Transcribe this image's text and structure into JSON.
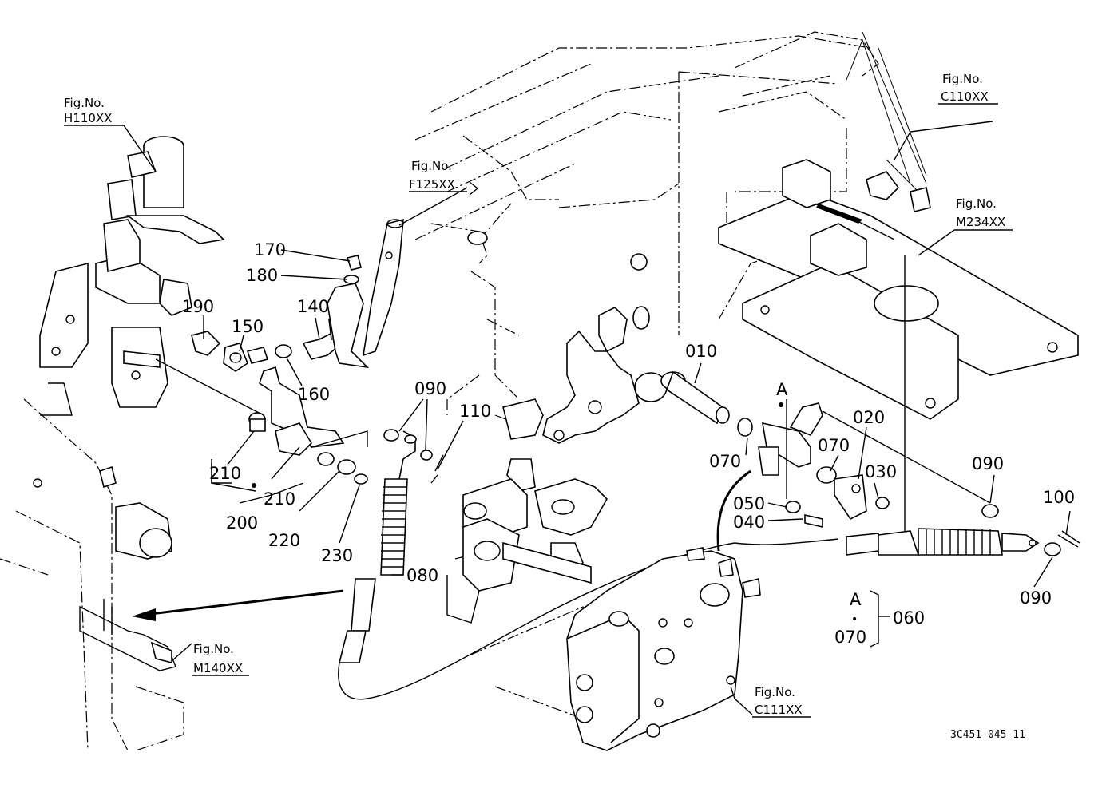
{
  "fig_refs": {
    "h110": {
      "label": "Fig.No.",
      "code": "H110XX"
    },
    "f125": {
      "label": "Fig.No.",
      "code": "F125XX"
    },
    "c110": {
      "label": "Fig.No.",
      "code": "C110XX"
    },
    "m234": {
      "label": "Fig.No.",
      "code": "M234XX"
    },
    "m140": {
      "label": "Fig.No.",
      "code": "M140XX"
    },
    "c111": {
      "label": "Fig.No.",
      "code": "C111XX"
    }
  },
  "parts": {
    "p170": "170",
    "p180": "180",
    "p190": "190",
    "p150": "150",
    "p140": "140",
    "p160": "160",
    "p210a": "210",
    "p210b": "210",
    "p200": "200",
    "p220": "220",
    "p230": "230",
    "p090a": "090",
    "p110": "110",
    "p080": "080",
    "p010": "010",
    "pA": "A",
    "p070a": "070",
    "p070b": "070",
    "p020": "020",
    "p030": "030",
    "p050": "050",
    "p040": "040",
    "p090b": "090",
    "p100": "100",
    "p090c": "090"
  },
  "set_legend": {
    "a": "A",
    "dot": "•",
    "b": "070",
    "set": "060"
  },
  "drawing_code": "3C451-045-11"
}
